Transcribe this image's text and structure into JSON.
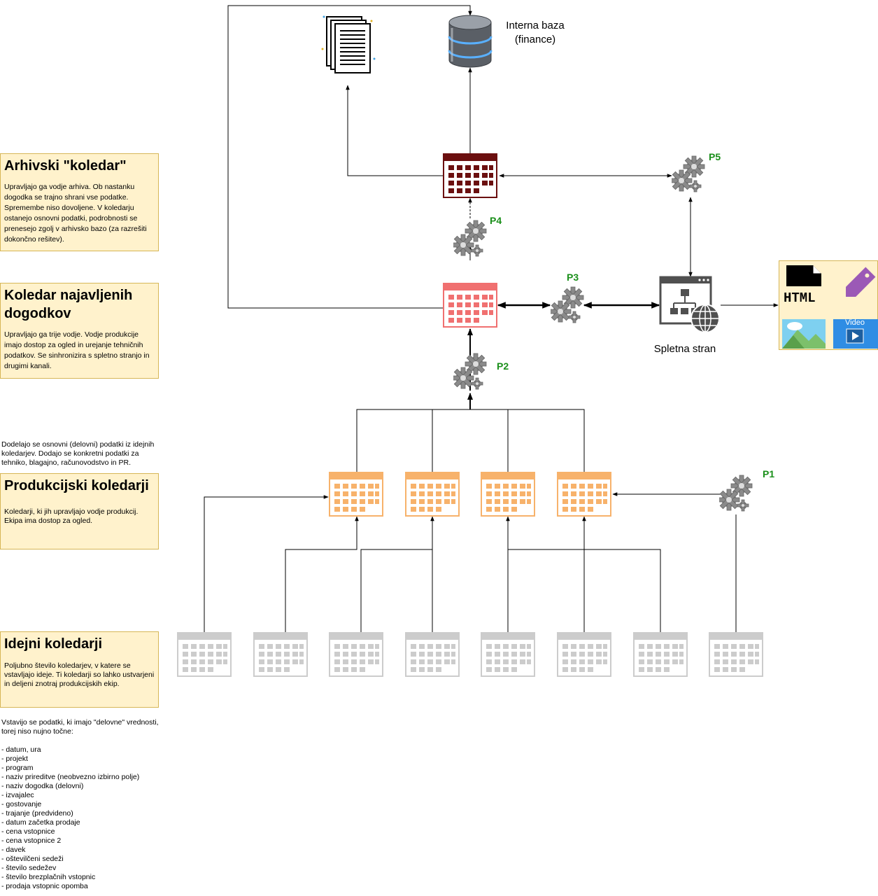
{
  "notes": {
    "archive": {
      "title": "Arhivski \"koledar\"",
      "text": "Upravljajo ga vodje arhiva. Ob nastanku dogodka se trajno shrani vse podatke. Spremembe niso dovoljene. V koledarju ostanejo osnovni podatki, podrobnosti se prenesejo zgolj v arhivsko bazo (za razrešiti dokončno rešitev)."
    },
    "announced": {
      "title": "Koledar najavljenih dogodkov",
      "text": "Upravljajo ga trije vodje. Vodje produkcije imajo dostop za ogled in urejanje tehničnih podatkov. Se sinhronizira s spletno stranjo in drugimi kanali."
    },
    "production_intro": "Dodelajo se osnovni (delovni) podatki iz idejnih koledarjev. Dodajo se konkretni podatki za tehniko, blagajno, računovodstvo in PR.",
    "production": {
      "title": "Produkcijski koledarji",
      "text": "Koledarji, ki jih upravljajo vodje produkcij. Ekipa ima dostop za ogled."
    },
    "idea": {
      "title": "Idejni koledarji",
      "text": "Poljubno število koledarjev, v katere se vstavljajo ideje. Ti koledarji so lahko ustvarjeni in deljeni znotraj produkcijskih ekip."
    },
    "fields_intro": "Vstavijo se podatki, ki imajo \"delovne\" vrednosti, torej niso nujno točne:",
    "fields": [
      "- datum, ura",
      "- projekt",
      "- program",
      "- naziv prireditve (neobvezno izbirno polje)",
      "- naziv dogodka (delovni)",
      "- izvajalec",
      "- gostovanje",
      "- trajanje (predvideno)",
      "- datum začetka prodaje",
      "- cena vstopnice",
      "- cena vstopnice 2",
      "- davek",
      "- oštevilčeni sedeži",
      "- število sedežev",
      "- število brezplačnih vstopnic",
      "- prodaja vstopnic opomba"
    ]
  },
  "labels": {
    "database": "Interna baza (finance)",
    "website": "Spletna stran",
    "html": "HTML",
    "video": "Video"
  },
  "processes": [
    "P1",
    "P2",
    "P3",
    "P4",
    "P5"
  ],
  "colors": {
    "archive_calendar": "#6b0f0f",
    "announced_calendar": "#f07070",
    "production_calendar": "#f7b26b",
    "idea_calendar": "#cccccc",
    "gear": "#8a8a8a",
    "process_label": "#1a8f1a",
    "note_fill": "#fff2cc",
    "note_border": "#d6b656"
  }
}
